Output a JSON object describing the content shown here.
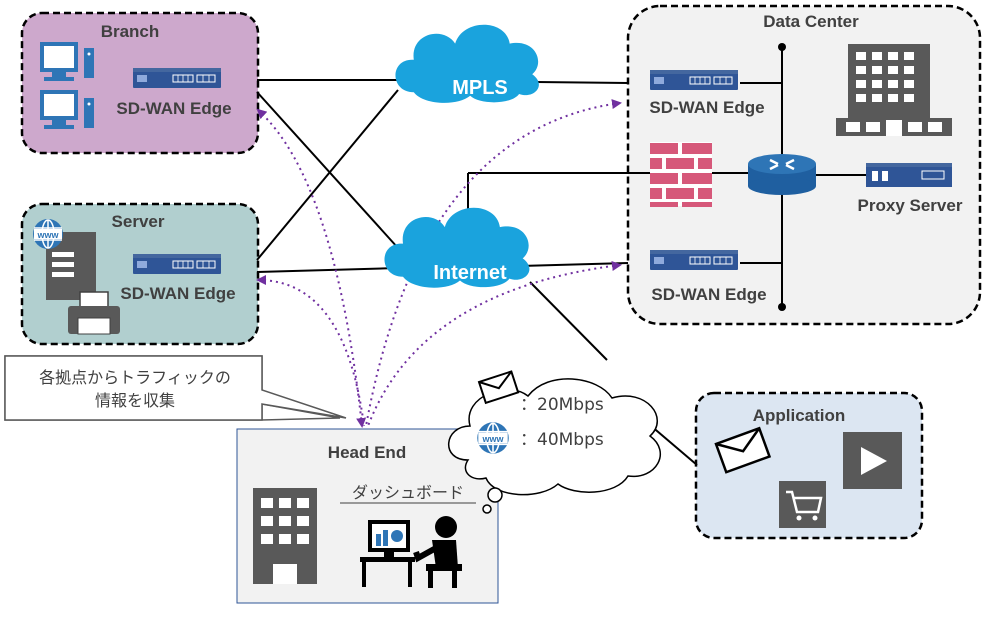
{
  "nodes": {
    "branch": {
      "title": "Branch",
      "edge_label": "SD-WAN Edge"
    },
    "server": {
      "title": "Server",
      "edge_label": "SD-WAN Edge"
    },
    "datacenter": {
      "title": "Data Center",
      "edge_top_label": "SD-WAN Edge",
      "edge_bottom_label": "SD-WAN Edge",
      "proxy_label": "Proxy Server"
    },
    "mpls": {
      "label": "MPLS"
    },
    "internet": {
      "label": "Internet"
    },
    "application": {
      "title": "Application"
    },
    "headend": {
      "title": "Head End",
      "dashboard_label": "ダッシュボード"
    }
  },
  "callout": {
    "line1": "各拠点からトラフィックの",
    "line2": "情報を収集"
  },
  "bubble": {
    "mail_rate": "：20Mbps",
    "web_rate": "：40Mbps"
  },
  "icon_text": {
    "www": "www"
  },
  "colors": {
    "branch_fill": "#cda8cc",
    "server_fill": "#b1cfcf",
    "datacenter_fill": "#f2f2f2",
    "application_fill": "#dce6f2",
    "headend_fill": "#f2f2f2",
    "cloud_fill": "#1aa3dd",
    "edge_blue": "#2f5597",
    "firewall": "#d6587a",
    "router": "#2e75b6",
    "dotted_arrow": "#7030a0",
    "line": "#000000"
  }
}
